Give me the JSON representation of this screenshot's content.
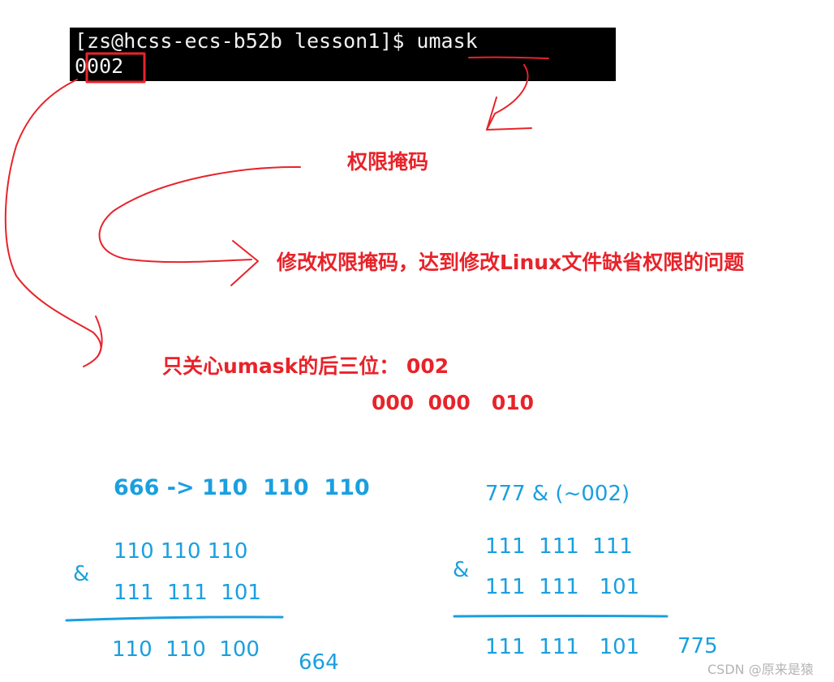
{
  "terminal": {
    "prompt_line": "[zs@hcss-ecs-b52b lesson1]$ umask",
    "output_line": "0002"
  },
  "annotations": {
    "mask_label": "权限掩码",
    "purpose": "修改权限掩码，达到修改Linux文件缺省权限的问题",
    "last_three": "只关心umask的后三位： 002",
    "binary": "000  000   010"
  },
  "file_calc": {
    "heading": "666 -> 110  110  110",
    "operand1": "110 110 110",
    "operator": "&",
    "operand2": "111  111  101",
    "result": "110  110  100",
    "final": "664"
  },
  "dir_calc": {
    "heading": "777 & (~002)",
    "operand1": "111  111  111",
    "operator": "&",
    "operand2": "111  111   101",
    "result": "111  111   101",
    "final": "775"
  },
  "colors": {
    "annotation": "#e8232a",
    "calc": "#1a9fe0",
    "terminal_bg": "#000000"
  },
  "watermark": "CSDN @原来是猿"
}
